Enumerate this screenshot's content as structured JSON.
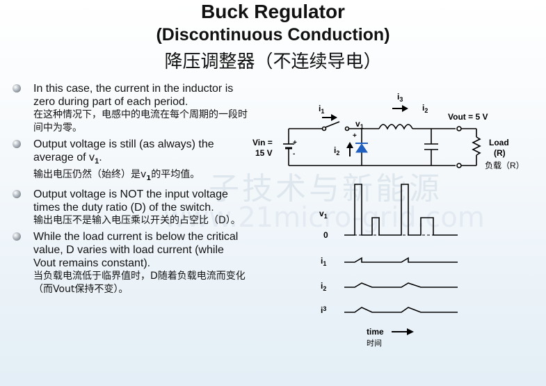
{
  "header": {
    "title": "Buck Regulator",
    "subtitle": "(Discontinuous Conduction)",
    "title_cn": "降压调整器（不连续导电）"
  },
  "watermark": {
    "cn": "子技术与新能源",
    "url": "www.21micro-grid.com"
  },
  "bullets": [
    {
      "en": "In this case, the current in the inductor is zero during part of each period.",
      "cn": "在这种情况下，电感中的电流在每个周期的一段时间中为零。"
    },
    {
      "en_pre": "Output voltage is still (as always) the average of v",
      "en_sub": "1",
      "en_post": ".",
      "cn_pre": "输出电压仍然（始终）是v",
      "cn_sub": "1",
      "cn_post": "的平均值。"
    },
    {
      "en": "Output voltage is NOT the input voltage times the duty ratio (D) of the switch.",
      "cn": "输出电压不是输入电压乘以开关的占空比（D）。"
    },
    {
      "en": "While the load current is below the critical value, D varies with load current (while Vout remains constant).",
      "cn": "当负载电流低于临界值时，D随着负载电流而变化（而Vout保持不变）。"
    }
  ],
  "circuit": {
    "vin_label": "Vin =",
    "vin_value": "15 V",
    "vout_label": "Vout  = 5 V",
    "load_label": "Load",
    "load_r": "(R)",
    "load_cn": "负载（R）",
    "i1": "i",
    "i1_sub": "1",
    "i2": "i",
    "i2_sub": "2",
    "i3": "i",
    "i3_sub": "3",
    "v1": "v",
    "v1_sub": "1",
    "plus": "+",
    "minus": "-"
  },
  "waveforms": {
    "v1": "v",
    "v1_sub": "1",
    "zero": "0",
    "i1": "i",
    "i1_sub": "1",
    "i2": "i",
    "i2_sub": "2",
    "i3": "i",
    "i3_sub": "3",
    "time": "time",
    "time_cn": "时间"
  },
  "colors": {
    "diode": "#1f5fbf",
    "wire": "#000000"
  }
}
